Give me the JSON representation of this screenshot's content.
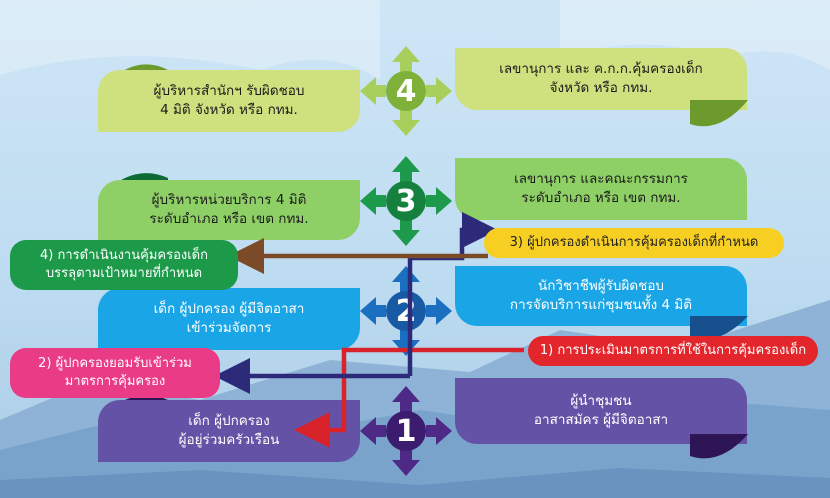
{
  "levels": [
    {
      "number": "4",
      "left_lines": [
        "ผู้บริหารสำนักฯ รับผิดชอบ",
        "4 มิติ จังหวัด หรือ กทม."
      ],
      "right_lines": [
        "เลขานุการ และ ค.ก.ก.คุ้มครองเด็ก",
        "จังหวัด หรือ กทม."
      ],
      "color": "#a8cf5b",
      "panel_color": "#cfe07e",
      "dark_color": "#6c9a2c"
    },
    {
      "number": "3",
      "left_lines": [
        "ผู้บริหารหน่วยบริการ 4 มิติ",
        "ระดับอำเภอ หรือ เขต กทม."
      ],
      "right_lines": [
        "เลขานุการ และคณะกรรมการ",
        "ระดับอำเภอ หรือ เขต กทม."
      ],
      "color": "#1e9a4c",
      "panel_color": "#8fd066",
      "dark_color": "#0f6b35"
    },
    {
      "number": "2",
      "left_lines": [
        "เด็ก ผู้ปกครอง ผู้มีจิตอาสา",
        "เข้าร่วมจัดการ"
      ],
      "right_lines": [
        "นักวิชาชีพผู้รับผิดชอบ",
        "การจัดบริการแก่ชุมชนทั้ง 4 มิติ"
      ],
      "color": "#1b6fc0",
      "panel_color": "#1aa6e6",
      "dark_color": "#184f8d"
    },
    {
      "number": "1",
      "left_lines": [
        "เด็ก ผู้ปกครอง",
        "ผู้อยู่ร่วมครัวเรือน"
      ],
      "right_lines": [
        "ผู้นำชุมชน",
        "อาสาสมัคร ผู้มีจิตอาสา"
      ],
      "color": "#4e2a86",
      "panel_color": "#6452a6",
      "dark_color": "#2e1656"
    }
  ],
  "steps": [
    {
      "lines": [
        "1) การประเมินมาตรการที่ใช้ในการคุ้มครองเด็ก"
      ],
      "color": "#e3262c",
      "text_color": "#ffffff"
    },
    {
      "lines": [
        "2) ผู้ปกครองยอมรับเข้าร่วม",
        "มาตรการคุ้มครอง"
      ],
      "color": "#ea3b86",
      "text_color": "#ffffff"
    },
    {
      "lines": [
        "3) ผู้ปกครองดำเนินการคุ้มครองเด็กที่กำหนด"
      ],
      "color": "#f7cf22",
      "text_color": "#222222"
    },
    {
      "lines": [
        "4) การดำเนินงานคุ้มครองเด็ก",
        "บรรลุตามเป้าหมายที่กำหนด"
      ],
      "color": "#1c9a4a",
      "text_color": "#ffffff"
    }
  ],
  "arrow_colors": {
    "step1": "#d8232a",
    "step2": "#2e2a7a",
    "step3": "#2e2a7a",
    "step4": "#7b4a26"
  }
}
